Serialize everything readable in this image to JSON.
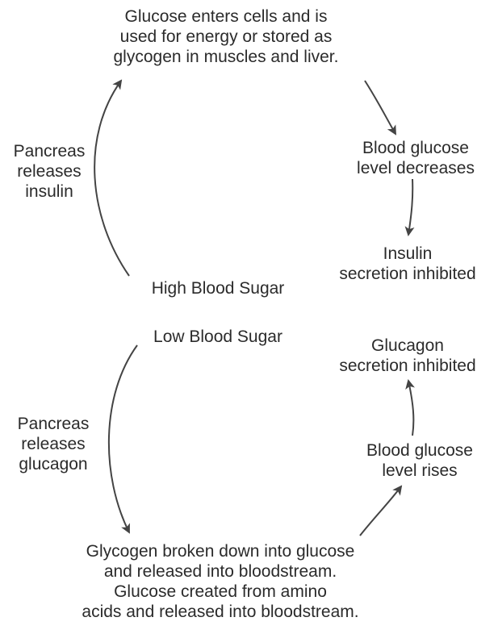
{
  "high_cycle": {
    "top_box": [
      "Glucose enters cells and is",
      "used for energy or stored as",
      "glycogen in muscles and liver."
    ],
    "left_box": [
      "Pancreas",
      "releases",
      "insulin"
    ],
    "right_upper": [
      "Blood glucose",
      "level decreases"
    ],
    "right_lower": [
      "Insulin",
      "secretion inhibited"
    ],
    "center_label": "High Blood Sugar"
  },
  "low_cycle": {
    "center_label": "Low Blood Sugar",
    "left_box": [
      "Pancreas",
      "releases",
      "glucagon"
    ],
    "right_upper": [
      "Glucagon",
      "secretion inhibited"
    ],
    "right_lower": [
      "Blood glucose",
      "level rises"
    ],
    "bottom_box": [
      "Glycogen broken down into glucose",
      "and released into bloodstream.",
      "Glucose created from amino",
      "acids and released into bloodstream."
    ]
  },
  "colors": {
    "text": "#2b2b2b",
    "arrow": "#444444"
  }
}
